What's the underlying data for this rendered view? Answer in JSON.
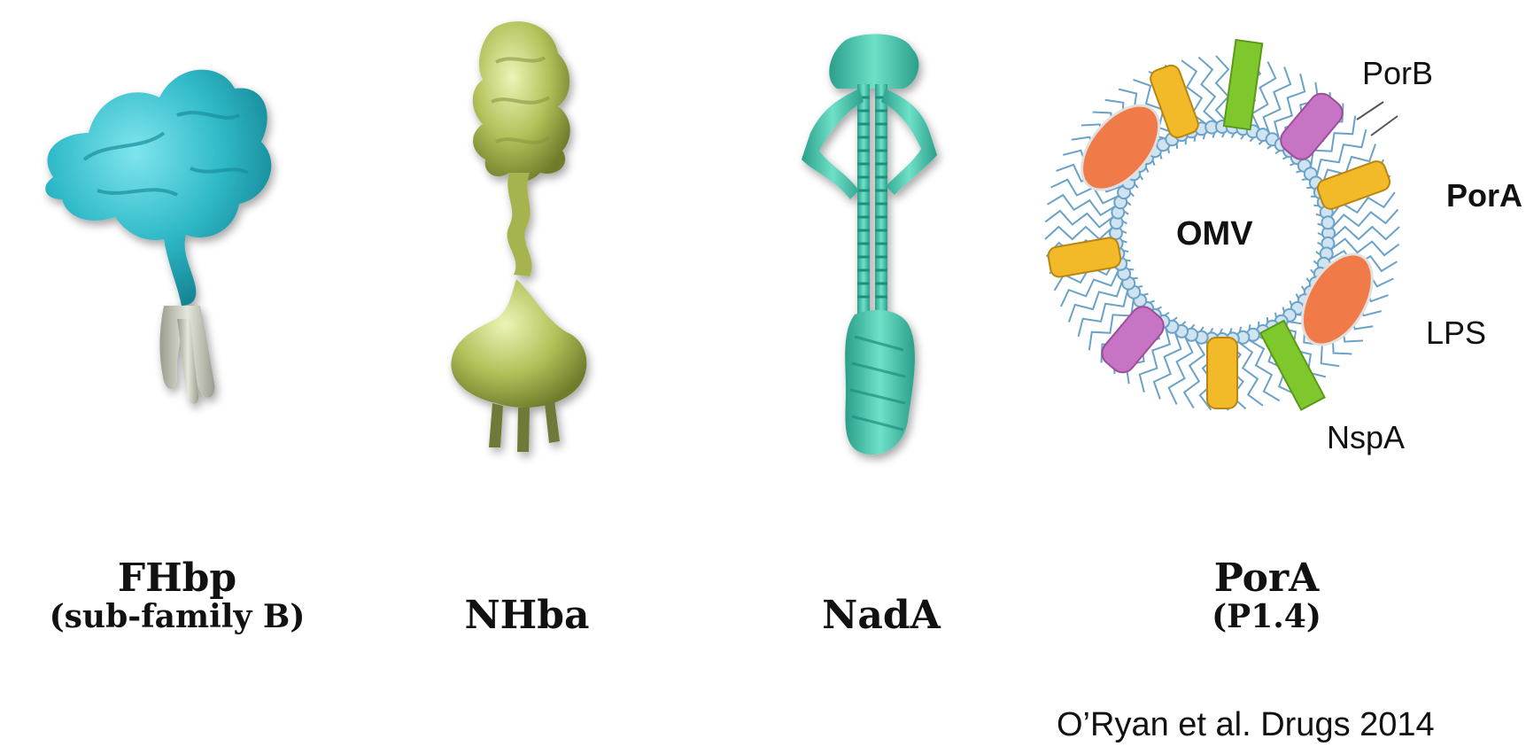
{
  "captions": {
    "fhbp": {
      "title": "FHbp",
      "subtitle": "(sub-family B)"
    },
    "nhba": {
      "title": "NHba"
    },
    "nada": {
      "title": "NadA"
    },
    "pora": {
      "title": "PorA",
      "subtitle": "(P1.4)"
    }
  },
  "omv_diagram": {
    "center_label": "OMV",
    "labels": {
      "porb": "PorB",
      "pora": "PorA",
      "lps": "LPS",
      "nspa": "NspA"
    }
  },
  "citation": "O’Ryan et al. Drugs 2014",
  "colors": {
    "fhbp": "#33c1cf",
    "fhbp_tail": "#c9cbbf",
    "nhba": "#b8c45a",
    "nada": "#45c9b2",
    "pora_helix": "#f2b928",
    "porb_barrel": "#c774c4",
    "lps_oval": "#f07a48",
    "nspa_bar": "#7ec82e",
    "lipid": "#6aa2c8"
  }
}
